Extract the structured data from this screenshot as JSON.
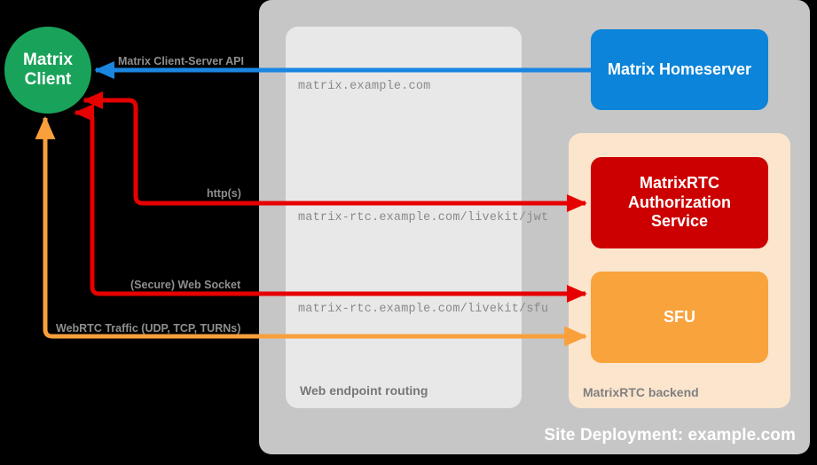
{
  "diagram": {
    "background_color": "#000000",
    "title_text": "Site Deployment: example.com"
  },
  "client": {
    "line1": "Matrix",
    "line2": "Client",
    "color": "#19a35a"
  },
  "site_container": {
    "label": "Site Deployment: example.com",
    "color": "#c6c6c6"
  },
  "routing_container": {
    "label": "Web endpoint routing",
    "color": "#e8e8e8",
    "endpoints": [
      "matrix.example.com",
      "matrix-rtc.example.com/livekit/jwt",
      "matrix-rtc.example.com/livekit/sfu"
    ]
  },
  "backend_container": {
    "label": "MatrixRTC backend",
    "color": "#fce5cd"
  },
  "nodes": [
    {
      "id": "homeserver",
      "label": "Matrix Homeserver",
      "color": "#0b84d9"
    },
    {
      "id": "auth-service",
      "label": "MatrixRTC\nAuthorization\nService",
      "line1": "MatrixRTC",
      "line2": "Authorization",
      "line3": "Service",
      "color": "#cc0000"
    },
    {
      "id": "sfu",
      "label": "SFU",
      "color": "#f8a33c"
    }
  ],
  "edges": [
    {
      "id": "cs-api",
      "label": "Matrix Client-Server API",
      "color": "#1a86e0",
      "direction": "to-client"
    },
    {
      "id": "https",
      "label": "http(s)",
      "color": "#e60000",
      "direction": "both"
    },
    {
      "id": "websocket",
      "label": "(Secure) Web Socket",
      "color": "#e60000",
      "direction": "both"
    },
    {
      "id": "webrtc",
      "label": "WebRTC Traffic (UDP, TCP, TURNs)",
      "color": "#f9a03c",
      "direction": "both"
    }
  ]
}
